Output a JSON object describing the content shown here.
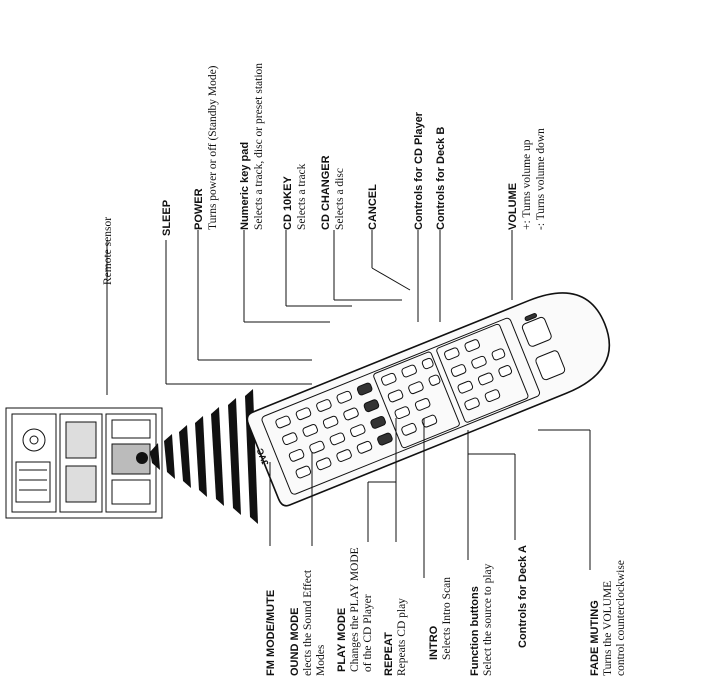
{
  "labels": {
    "remote_sensor": "Remote sensor",
    "sleep": "SLEEP",
    "power_title": "POWER",
    "power_desc": "Turns power or off (Standby Mode)",
    "numeric_title": "Numeric key pad",
    "numeric_desc": "Selects a track, disc or preset station",
    "cd10_title": "CD 10KEY",
    "cd10_desc": "Selects a track",
    "cdchanger_title": "CD CHANGER",
    "cdchanger_desc": "Selects a disc",
    "cancel": "CANCEL",
    "controls_cd": "Controls for CD Player",
    "controls_deckb": "Controls for Deck B",
    "volume_title": "VOLUME",
    "volume_up": "+: Turns volume up",
    "volume_down": "-: Turns volume down",
    "fm_mode": "FM MODE/MUTE",
    "sound_title": "OUND MODE",
    "sound_desc1": "elects the Sound Effect",
    "sound_desc2": "Modes",
    "play_title": "PLAY MODE",
    "play_desc1": "Changes the PLAY MODE",
    "play_desc2": "of the CD Player",
    "repeat_title": "REPEAT",
    "repeat_desc": "Repeats CD play",
    "intro_title": "INTRO",
    "intro_desc": "Selects Intro Scan",
    "function_title": "Function buttons",
    "function_desc": "Select the source to play",
    "controls_decka": "Controls for Deck A",
    "fade_title": "FADE MUTING",
    "fade_desc1": "Turns the VOLUME",
    "fade_desc2": "control counterclockwise"
  },
  "remote_brand": "JVC"
}
